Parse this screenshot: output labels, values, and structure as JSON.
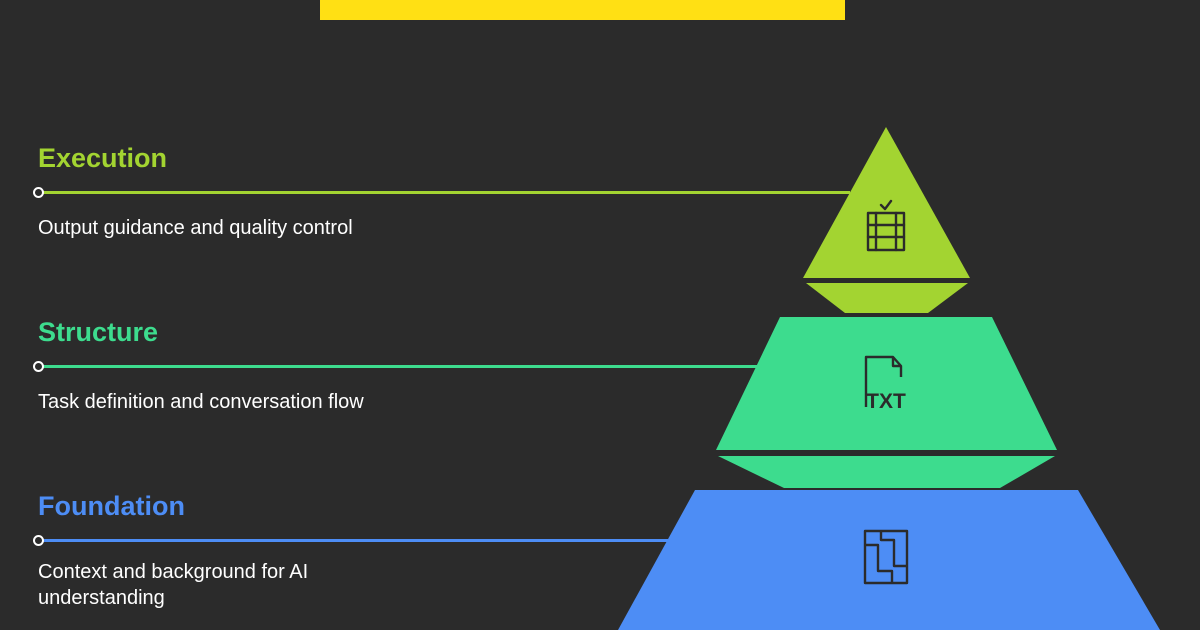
{
  "layers": [
    {
      "title": "Execution",
      "description": "Output guidance and quality control",
      "color": "#a3d431",
      "icon": "checklist-icon"
    },
    {
      "title": "Structure",
      "description": "Task definition and conversation flow",
      "color": "#3ddc8e",
      "icon": "txt-file-icon"
    },
    {
      "title": "Foundation",
      "description": "Context and background for AI understanding",
      "color": "#4d8df5",
      "icon": "layout-icon"
    }
  ],
  "icon_text": {
    "txt": "TXT"
  },
  "accent": "#ffe014"
}
